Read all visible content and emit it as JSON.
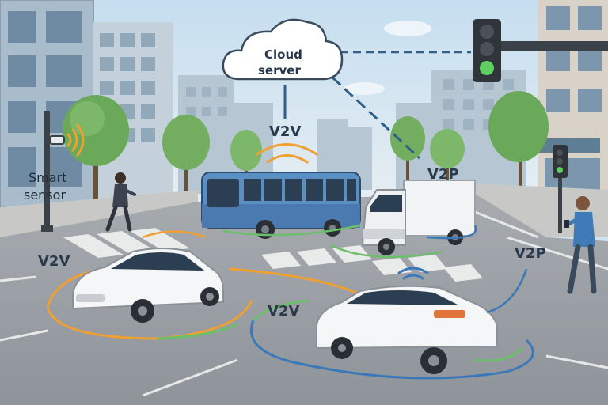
{
  "cloud": {
    "line1": "Cloud",
    "line2": "server"
  },
  "sensor": {
    "line1": "Smart",
    "line2": "sensor"
  },
  "labels": {
    "v2v_top": "V2V",
    "v2v_left": "V2V",
    "v2v_mid": "V2V",
    "v2p_top": "V2P",
    "v2p_right": "V2P"
  },
  "colors": {
    "sky": "#d3e6f0",
    "road": "#9ca1a7",
    "ring_orange": "#f0a030",
    "ring_green": "#6cbf6a",
    "ring_blue": "#3a78b8",
    "link_blue": "#2f5f8a",
    "bus": "#5a8fc4",
    "traffic_light_green": "#5fcf5f"
  }
}
